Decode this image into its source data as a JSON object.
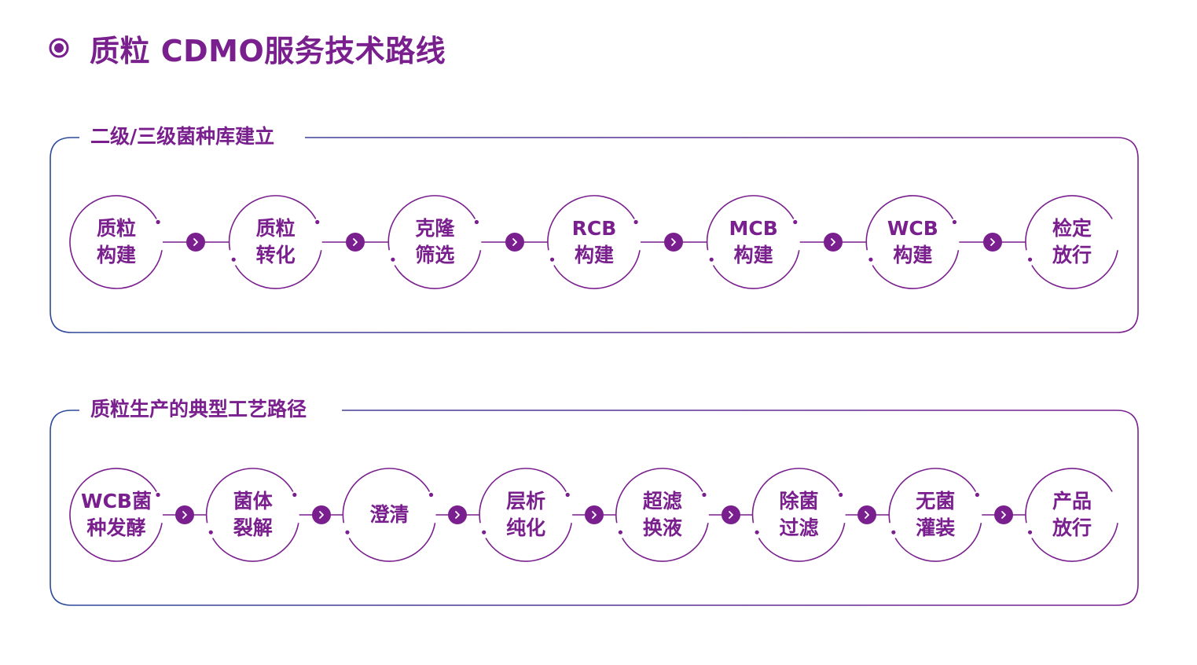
{
  "page": {
    "title": "质粒 CDMO服务技术路线"
  },
  "colors": {
    "accent_purple": "#7a1f8e",
    "accent_blue": "#2d4a9a"
  },
  "sections": [
    {
      "label": "二级/三级菌种库建立",
      "nodes": [
        {
          "line1": "质粒",
          "line2": "构建"
        },
        {
          "line1": "质粒",
          "line2": "转化"
        },
        {
          "line1": "克隆",
          "line2": "筛选"
        },
        {
          "line1": "RCB",
          "line2": "构建"
        },
        {
          "line1": "MCB",
          "line2": "构建"
        },
        {
          "line1": "WCB",
          "line2": "构建"
        },
        {
          "line1": "检定",
          "line2": "放行"
        }
      ],
      "connector_icon": "chevron-right-icon"
    },
    {
      "label": "质粒生产的典型工艺路径",
      "nodes": [
        {
          "line1": "WCB菌",
          "line2": "种发酵"
        },
        {
          "line1": "菌体",
          "line2": "裂解"
        },
        {
          "line1": "澄清",
          "line2": ""
        },
        {
          "line1": "层析",
          "line2": "纯化"
        },
        {
          "line1": "超滤",
          "line2": "换液"
        },
        {
          "line1": "除菌",
          "line2": "过滤"
        },
        {
          "line1": "无菌",
          "line2": "灌装"
        },
        {
          "line1": "产品",
          "line2": "放行"
        }
      ],
      "connector_icon": "chevron-right-icon"
    }
  ]
}
